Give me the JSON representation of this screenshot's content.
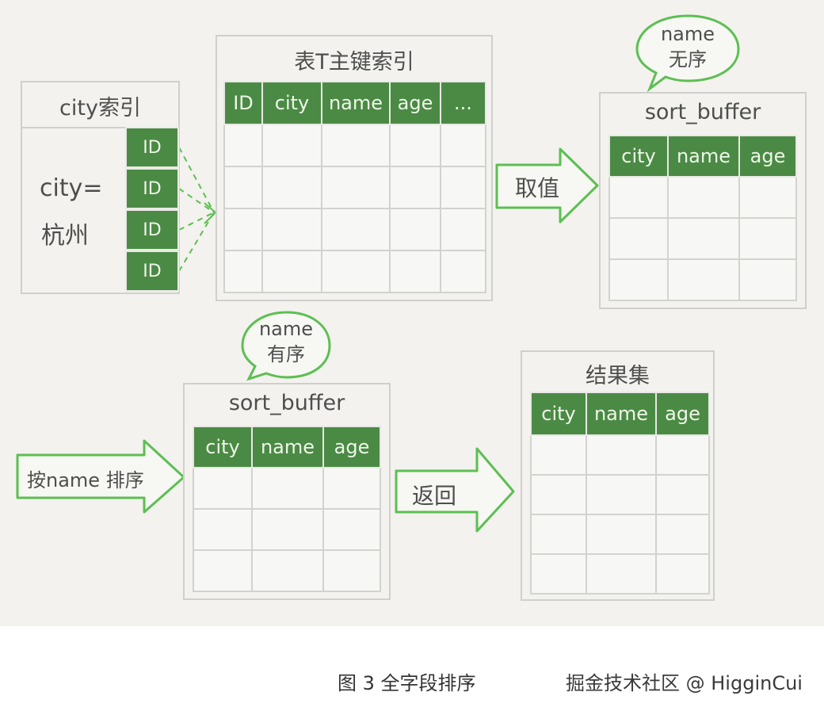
{
  "city_index": {
    "title": "city索引",
    "condition_line1": "city=",
    "condition_line2": "杭州",
    "ids": [
      "ID",
      "ID",
      "ID",
      "ID"
    ]
  },
  "primary_table": {
    "title": "表T主键索引",
    "columns": [
      "ID",
      "city",
      "name",
      "age",
      "..."
    ]
  },
  "fetch_arrow": {
    "label": "取值"
  },
  "sort_buffer_top": {
    "title": "sort_buffer",
    "bubble_line1": "name",
    "bubble_line2": "无序",
    "columns": [
      "city",
      "name",
      "age"
    ]
  },
  "sort_arrow": {
    "label": "按name 排序"
  },
  "sort_buffer_bottom": {
    "title": "sort_buffer",
    "bubble_line1": "name",
    "bubble_line2": "有序",
    "columns": [
      "city",
      "name",
      "age"
    ]
  },
  "return_arrow": {
    "label": "返回"
  },
  "result_set": {
    "title": "结果集",
    "columns": [
      "city",
      "name",
      "age"
    ]
  },
  "caption": {
    "text": "图 3 全字段排序",
    "watermark": "掘金技术社区 @ HigginCui"
  },
  "colors": {
    "header_green": "#4b8a45",
    "arrow_green": "#5cbf52",
    "background": "#f3f2ee"
  }
}
